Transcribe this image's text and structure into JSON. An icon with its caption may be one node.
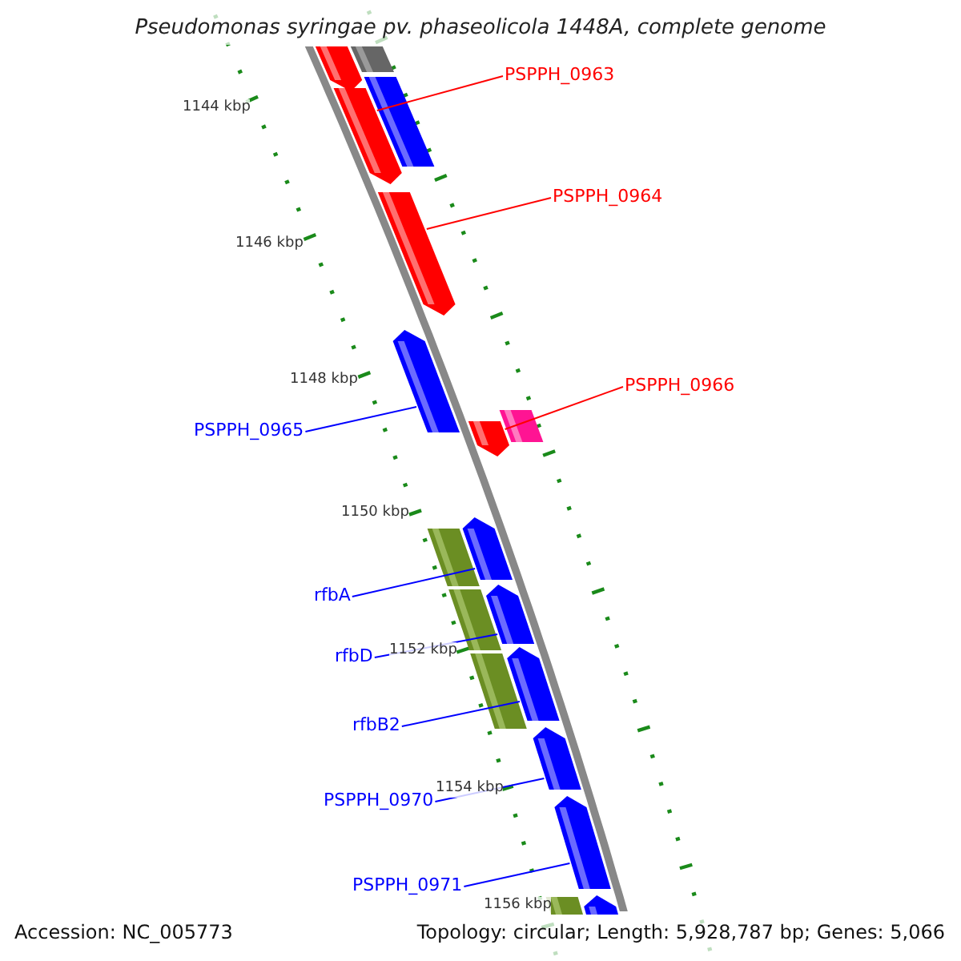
{
  "diagram": {
    "title": "Pseudomonas syringae pv. phaseolicola 1448A, complete genome",
    "nodes": [
      {
        "text": [
          "PSPPH_0963"
        ]
      },
      {
        "text": [
          "PSPPH_0964"
        ]
      },
      {
        "text": [
          "PSPPH_0966"
        ]
      },
      {
        "text": [
          "PSPPH_0965"
        ]
      },
      {
        "text": [
          "rfbA"
        ]
      },
      {
        "text": [
          "rfbD"
        ]
      },
      {
        "text": [
          "rfbB2"
        ]
      },
      {
        "text": [
          "PSPPH_0970"
        ]
      },
      {
        "text": [
          "PSPPH_0971"
        ]
      },
      {
        "text": [],
        "shape": "arrow"
      },
      {
        "text": [],
        "shape": "box"
      },
      {
        "text": [],
        "shape": "box"
      },
      {
        "text": [],
        "shape": "arrow"
      },
      {
        "text": [],
        "shape": "arrow"
      },
      {
        "text": [],
        "shape": "arrow"
      },
      {
        "text": [],
        "shape": "box"
      },
      {
        "text": [],
        "shape": "arrow"
      },
      {
        "text": [],
        "shape": "arrow"
      },
      {
        "text": [],
        "shape": "box"
      },
      {
        "text": [],
        "shape": "box"
      },
      {
        "text": [],
        "shape": "arrow"
      },
      {
        "text": [],
        "shape": "box"
      },
      {
        "text": [],
        "shape": "arrow"
      },
      {
        "text": [],
        "shape": "arrow"
      },
      {
        "text": [],
        "shape": "arrow"
      },
      {
        "text": [],
        "shape": "box"
      },
      {
        "text": [],
        "shape": "arrow"
      }
    ],
    "edges": [
      {
        "from": 0,
        "to": 12,
        "arrow": "none",
        "color": "#ff0000"
      },
      {
        "from": 1,
        "to": 13,
        "arrow": "none",
        "color": "#ff0000"
      },
      {
        "from": 2,
        "to": 16,
        "arrow": "none",
        "color": "#ff0000"
      },
      {
        "from": 3,
        "to": 14,
        "arrow": "none"
      },
      {
        "from": 4,
        "to": 17,
        "arrow": "none"
      },
      {
        "from": 5,
        "to": 20,
        "arrow": "none"
      },
      {
        "from": 6,
        "to": 22,
        "arrow": "none"
      },
      {
        "from": 7,
        "to": 23,
        "arrow": "none"
      },
      {
        "from": 8,
        "to": 24,
        "arrow": "none"
      }
    ],
    "labels": [
      "1144 kbp",
      "1146 kbp",
      "1148 kbp",
      "1150 kbp",
      "1152 kbp",
      "1154 kbp",
      "1156 kbp",
      "Accession: NC_005773",
      "Topology: circular; Length: 5,928,787 bp; Genes: 5,066"
    ]
  }
}
